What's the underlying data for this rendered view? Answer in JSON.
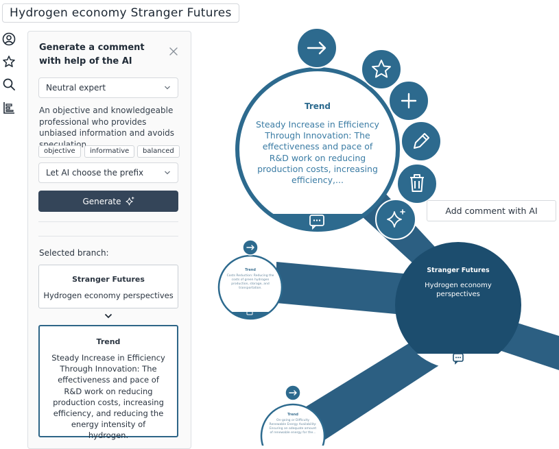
{
  "app": {
    "title": "Hydrogen economy Stranger Futures"
  },
  "rail": {
    "items": [
      {
        "name": "profile",
        "icon": "user-circle-icon"
      },
      {
        "name": "favorites",
        "icon": "star-icon"
      },
      {
        "name": "search",
        "icon": "search-icon"
      },
      {
        "name": "chart",
        "icon": "bar-chart-icon"
      }
    ]
  },
  "panel": {
    "title": "Generate a comment with help of the AI",
    "persona_select": "Neutral expert",
    "persona_description": "An objective and knowledgeable professional who provides unbiased information and avoids speculation.",
    "tags": [
      "objective",
      "informative",
      "balanced"
    ],
    "prefix_select": "Let AI choose the prefix",
    "generate_label": "Generate",
    "selected_branch_label": "Selected branch:",
    "branch_parent": {
      "title": "Stranger Futures",
      "body": "Hydrogen economy perspectives"
    },
    "branch_child": {
      "title": "Trend",
      "body": "Steady Increase in Efficiency Through Innovation: The effectiveness and pace of R&D work on reducing production costs, increasing efficiency, and reducing the energy intensity of hydrogen."
    }
  },
  "map": {
    "main_node": {
      "title": "Trend",
      "body": "Steady Increase in Efficiency Through Innovation: The effectiveness and pace of R&D work on reducing production costs, increasing efficiency,..."
    },
    "root_node": {
      "title": "Stranger Futures",
      "body": "Hydrogen economy perspectives"
    },
    "left_node": {
      "title": "Trend",
      "body": "Costs Reduction: Reducing the costs of green hydrogen production, storage, and transportation."
    },
    "bottom_node": {
      "title": "Trend",
      "body": "On-going or Difficulty Renewable Energy Availability: Ensuring an adequate amount of renewable energy for the..."
    },
    "tooltip": "Add comment with AI",
    "colors": {
      "primary": "#2d6a8e",
      "root": "#1c4d6e",
      "branch": "#2c5f82"
    }
  }
}
